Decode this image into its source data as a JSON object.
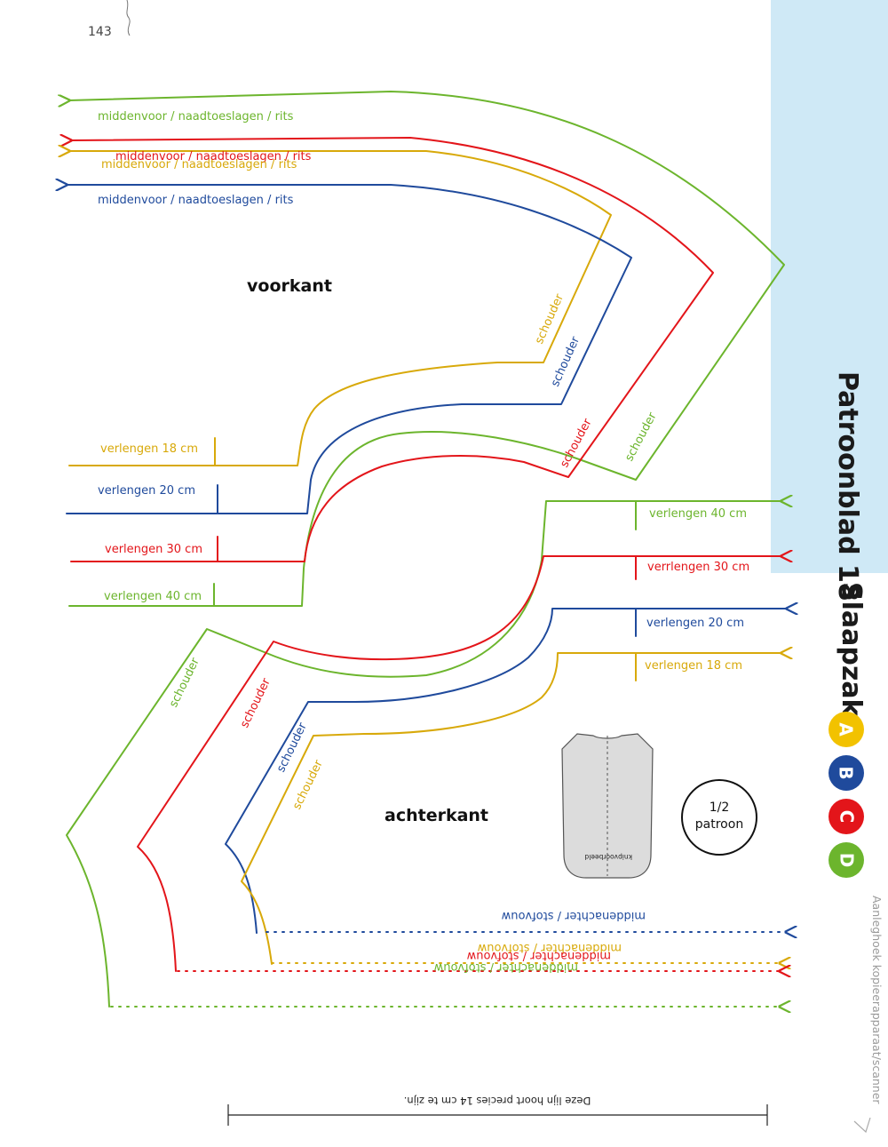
{
  "page_number": "143",
  "sidebar": {
    "title": "Patroonblad 18",
    "subtitle": "Slaapzak",
    "badges": [
      {
        "letter": "A",
        "color": "#f2c200"
      },
      {
        "letter": "B",
        "color": "#1f4a9c"
      },
      {
        "letter": "C",
        "color": "#e3151a"
      },
      {
        "letter": "D",
        "color": "#6cb52d"
      }
    ],
    "side_note": "Aanleghoek kopieerapparaat/scanner"
  },
  "colors": {
    "green": "#6cb52d",
    "red": "#e3151a",
    "yellow": "#d8a90a",
    "blue": "#1f4a9c"
  },
  "labels": {
    "front_title": "voorkant",
    "back_title": "achterkant",
    "front_center_green": "middenvoor / naadtoeslagen / rits",
    "front_center_red": "middenvoor / naadtoeslagen / rits",
    "front_center_yellow": "middenvoor / naadtoeslagen / rits",
    "front_center_blue": "middenvoor / naadtoeslagen / rits",
    "shoulder": "schouder",
    "front_ext_18": "verlengen 18 cm",
    "front_ext_20": "verlengen 20 cm",
    "front_ext_30": "verlengen 30 cm",
    "front_ext_40": "verlengen 40 cm",
    "back_ext_40": "verlengen 40 cm",
    "back_ext_30": "verrlengen 30 cm",
    "back_ext_20": "verlengen 20 cm",
    "back_ext_18": "verlengen 18 cm",
    "back_center_blue": "middenachter / stofvouw",
    "back_center_yellow": "middenachter / stofvouw",
    "back_center_red": "middenachter / stofvouw",
    "back_center_green": "middenachter / stofvouw",
    "thumbnail_label": "knipvoorbeeld",
    "half_pattern_line1": "1/2",
    "half_pattern_line2": "patroon",
    "ruler_caption": "Deze lijn hoort precies 14 cm te zijn."
  }
}
